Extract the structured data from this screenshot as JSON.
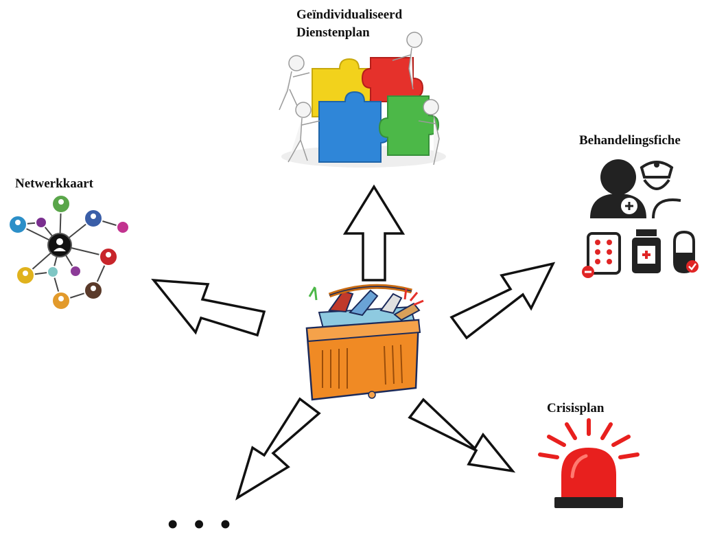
{
  "labels": {
    "top_line1": "Geïndividualiseerd",
    "top_line2": "Dienstenplan",
    "left": "Netwerkkaart",
    "right": "Behandelingsfiche",
    "bottom_right": "Crisisplan"
  },
  "ellipsis": "• • •",
  "icons": {
    "center": "toolbox-icon",
    "top": "puzzle-teamwork-icon",
    "left": "network-map-icon",
    "right": "patient-nurse-medication-icon",
    "bottom_right": "siren-alarm-icon"
  },
  "colors": {
    "puzzle_yellow": "#f2d21c",
    "puzzle_red": "#e5312b",
    "puzzle_green": "#4cb848",
    "puzzle_blue": "#2f86d8",
    "toolbox_orange": "#f08a24",
    "siren_red": "#e8201e",
    "network_nodes": [
      "#5aa64a",
      "#2c8fc8",
      "#7a2f8f",
      "#3a5ea8",
      "#c2338f",
      "#c8252b",
      "#e0b21d",
      "#7fc6c4",
      "#e29a2b",
      "#5a3a2a"
    ]
  }
}
